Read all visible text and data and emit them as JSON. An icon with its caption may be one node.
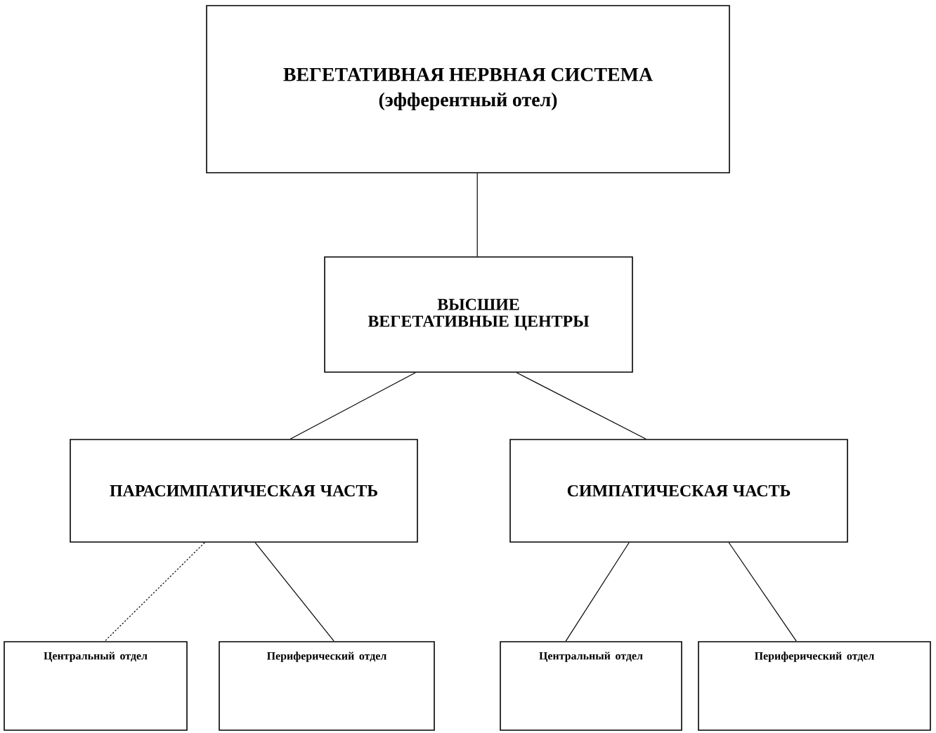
{
  "diagram": {
    "nodes": [
      {
        "text": [
          "ВЕГЕТАТИВНАЯ НЕРВНАЯ СИСТЕМА",
          "(эфферентный отел)"
        ]
      },
      {
        "text": [
          "ВЫСШИЕ ВЕГЕТАТИВНЫЕ ЦЕНТРЫ"
        ]
      },
      {
        "text": [
          "ПАРАСИМПАТИЧЕСКАЯ ЧАСТЬ"
        ]
      },
      {
        "text": [
          "СИМПАТИЧЕСКАЯ ЧАСТЬ"
        ]
      },
      {
        "text": [
          "Центральный отдел"
        ]
      },
      {
        "text": [
          "Периферический отдел"
        ]
      },
      {
        "text": [
          "Центральный отдел"
        ]
      },
      {
        "text": [
          "Периферический отдел"
        ]
      }
    ],
    "edges": [
      {
        "from": 0,
        "to": 1,
        "arrow": "none"
      },
      {
        "from": 1,
        "to": 2,
        "arrow": "none"
      },
      {
        "from": 1,
        "to": 3,
        "arrow": "none"
      },
      {
        "from": 2,
        "to": 4,
        "arrow": "none",
        "style": "dashed"
      },
      {
        "from": 2,
        "to": 5,
        "arrow": "none"
      },
      {
        "from": 3,
        "to": 6,
        "arrow": "none"
      },
      {
        "from": 3,
        "to": 7,
        "arrow": "none"
      }
    ]
  }
}
